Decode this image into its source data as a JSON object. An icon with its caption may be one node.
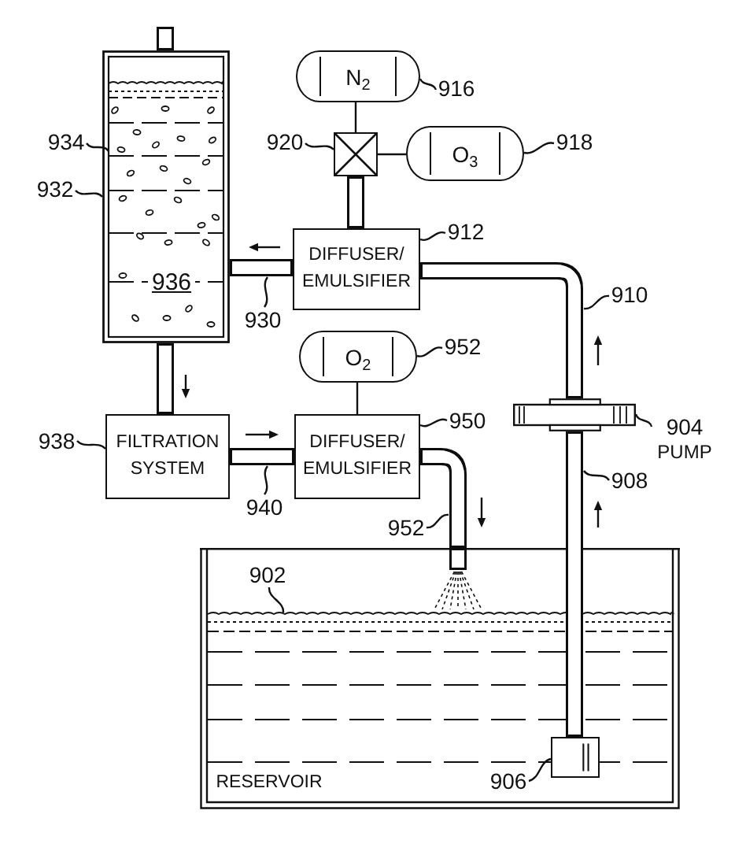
{
  "diagram": {
    "nodes": [
      {
        "text": [],
        "shape": "box"
      },
      {
        "text": [],
        "shape": "picture",
        "in": 0
      },
      {
        "text": [
          "932"
        ]
      },
      {
        "text": [
          "934"
        ]
      },
      {
        "text": [
          "N$_{2}$"
        ]
      },
      {
        "text": [
          "916"
        ]
      },
      {
        "text": [],
        "shape": "box"
      },
      {
        "text": [
          "920"
        ]
      },
      {
        "text": [
          "O$_{3}$"
        ]
      },
      {
        "text": [
          "918"
        ]
      },
      {
        "text": [
          "DIFFUSER/ EMULSIFIER"
        ]
      },
      {
        "text": [
          "912"
        ]
      },
      {
        "text": [
          "930"
        ]
      },
      {
        "text": [
          "910"
        ]
      },
      {
        "text": [
          "O$_{2}$"
        ]
      },
      {
        "text": [
          "952"
        ]
      },
      {
        "text": [
          "FILTRATION SYSTEM"
        ]
      },
      {
        "text": [
          "938"
        ]
      },
      {
        "text": [
          "DIFFUSER/ EMULSIFIER"
        ]
      },
      {
        "text": [
          "950"
        ]
      },
      {
        "text": [
          "940"
        ]
      },
      {
        "text": [],
        "shape": "cylinder"
      },
      {
        "text": [
          "904",
          "PUMP"
        ]
      },
      {
        "text": [
          "908"
        ]
      },
      {
        "text": [
          "952"
        ]
      },
      {
        "text": [
          "RESERVOIR"
        ]
      },
      {
        "text": [
          "902"
        ],
        "in": 25
      },
      {
        "text": [],
        "shape": "box",
        "in": 25
      },
      {
        "text": [
          "906"
        ],
        "in": 25
      }
    ],
    "edges": [
      {
        "from": null,
        "to": 0,
        "arrow": "none",
        "style": "thick"
      },
      {
        "from": 4,
        "to": 6,
        "arrow": "none"
      },
      {
        "from": 8,
        "to": 6,
        "arrow": "none"
      },
      {
        "from": 6,
        "to": 10,
        "arrow": "none",
        "style": "thick"
      },
      {
        "from": 10,
        "to": 0,
        "arrow": "none",
        "style": "thick"
      },
      {
        "from": 0,
        "to": 16,
        "arrow": "none",
        "style": "thick"
      },
      {
        "from": 16,
        "to": 18,
        "arrow": "none",
        "style": "thick"
      },
      {
        "from": 14,
        "to": 18,
        "arrow": "none"
      },
      {
        "from": 18,
        "to": 25,
        "arrow": "none",
        "style": "thick"
      },
      {
        "from": 27,
        "to": 21,
        "arrow": "none",
        "style": "thick"
      },
      {
        "from": 21,
        "to": 10,
        "arrow": "none",
        "style": "thick"
      },
      {
        "from": 2,
        "to": 0,
        "arrow": "none"
      },
      {
        "from": 3,
        "to": 1,
        "arrow": "none"
      },
      {
        "from": 5,
        "to": 4,
        "arrow": "none"
      },
      {
        "from": 7,
        "to": 6,
        "arrow": "none"
      },
      {
        "from": 9,
        "to": 8,
        "arrow": "none"
      },
      {
        "from": 11,
        "to": 10,
        "arrow": "none"
      },
      {
        "from": 12,
        "to": null,
        "arrow": "none"
      },
      {
        "from": 13,
        "to": null,
        "arrow": "none"
      },
      {
        "from": 15,
        "to": 14,
        "arrow": "none"
      },
      {
        "from": 17,
        "to": 16,
        "arrow": "none"
      },
      {
        "from": 19,
        "to": 18,
        "arrow": "none"
      },
      {
        "from": 20,
        "to": null,
        "arrow": "none"
      },
      {
        "from": 22,
        "to": 21,
        "arrow": "none"
      },
      {
        "from": 23,
        "to": null,
        "arrow": "none"
      },
      {
        "from": 24,
        "to": null,
        "arrow": "none"
      },
      {
        "from": 26,
        "to": null,
        "arrow": "none"
      },
      {
        "from": 28,
        "to": 27,
        "arrow": "none"
      }
    ],
    "labels": [
      "936"
    ]
  }
}
